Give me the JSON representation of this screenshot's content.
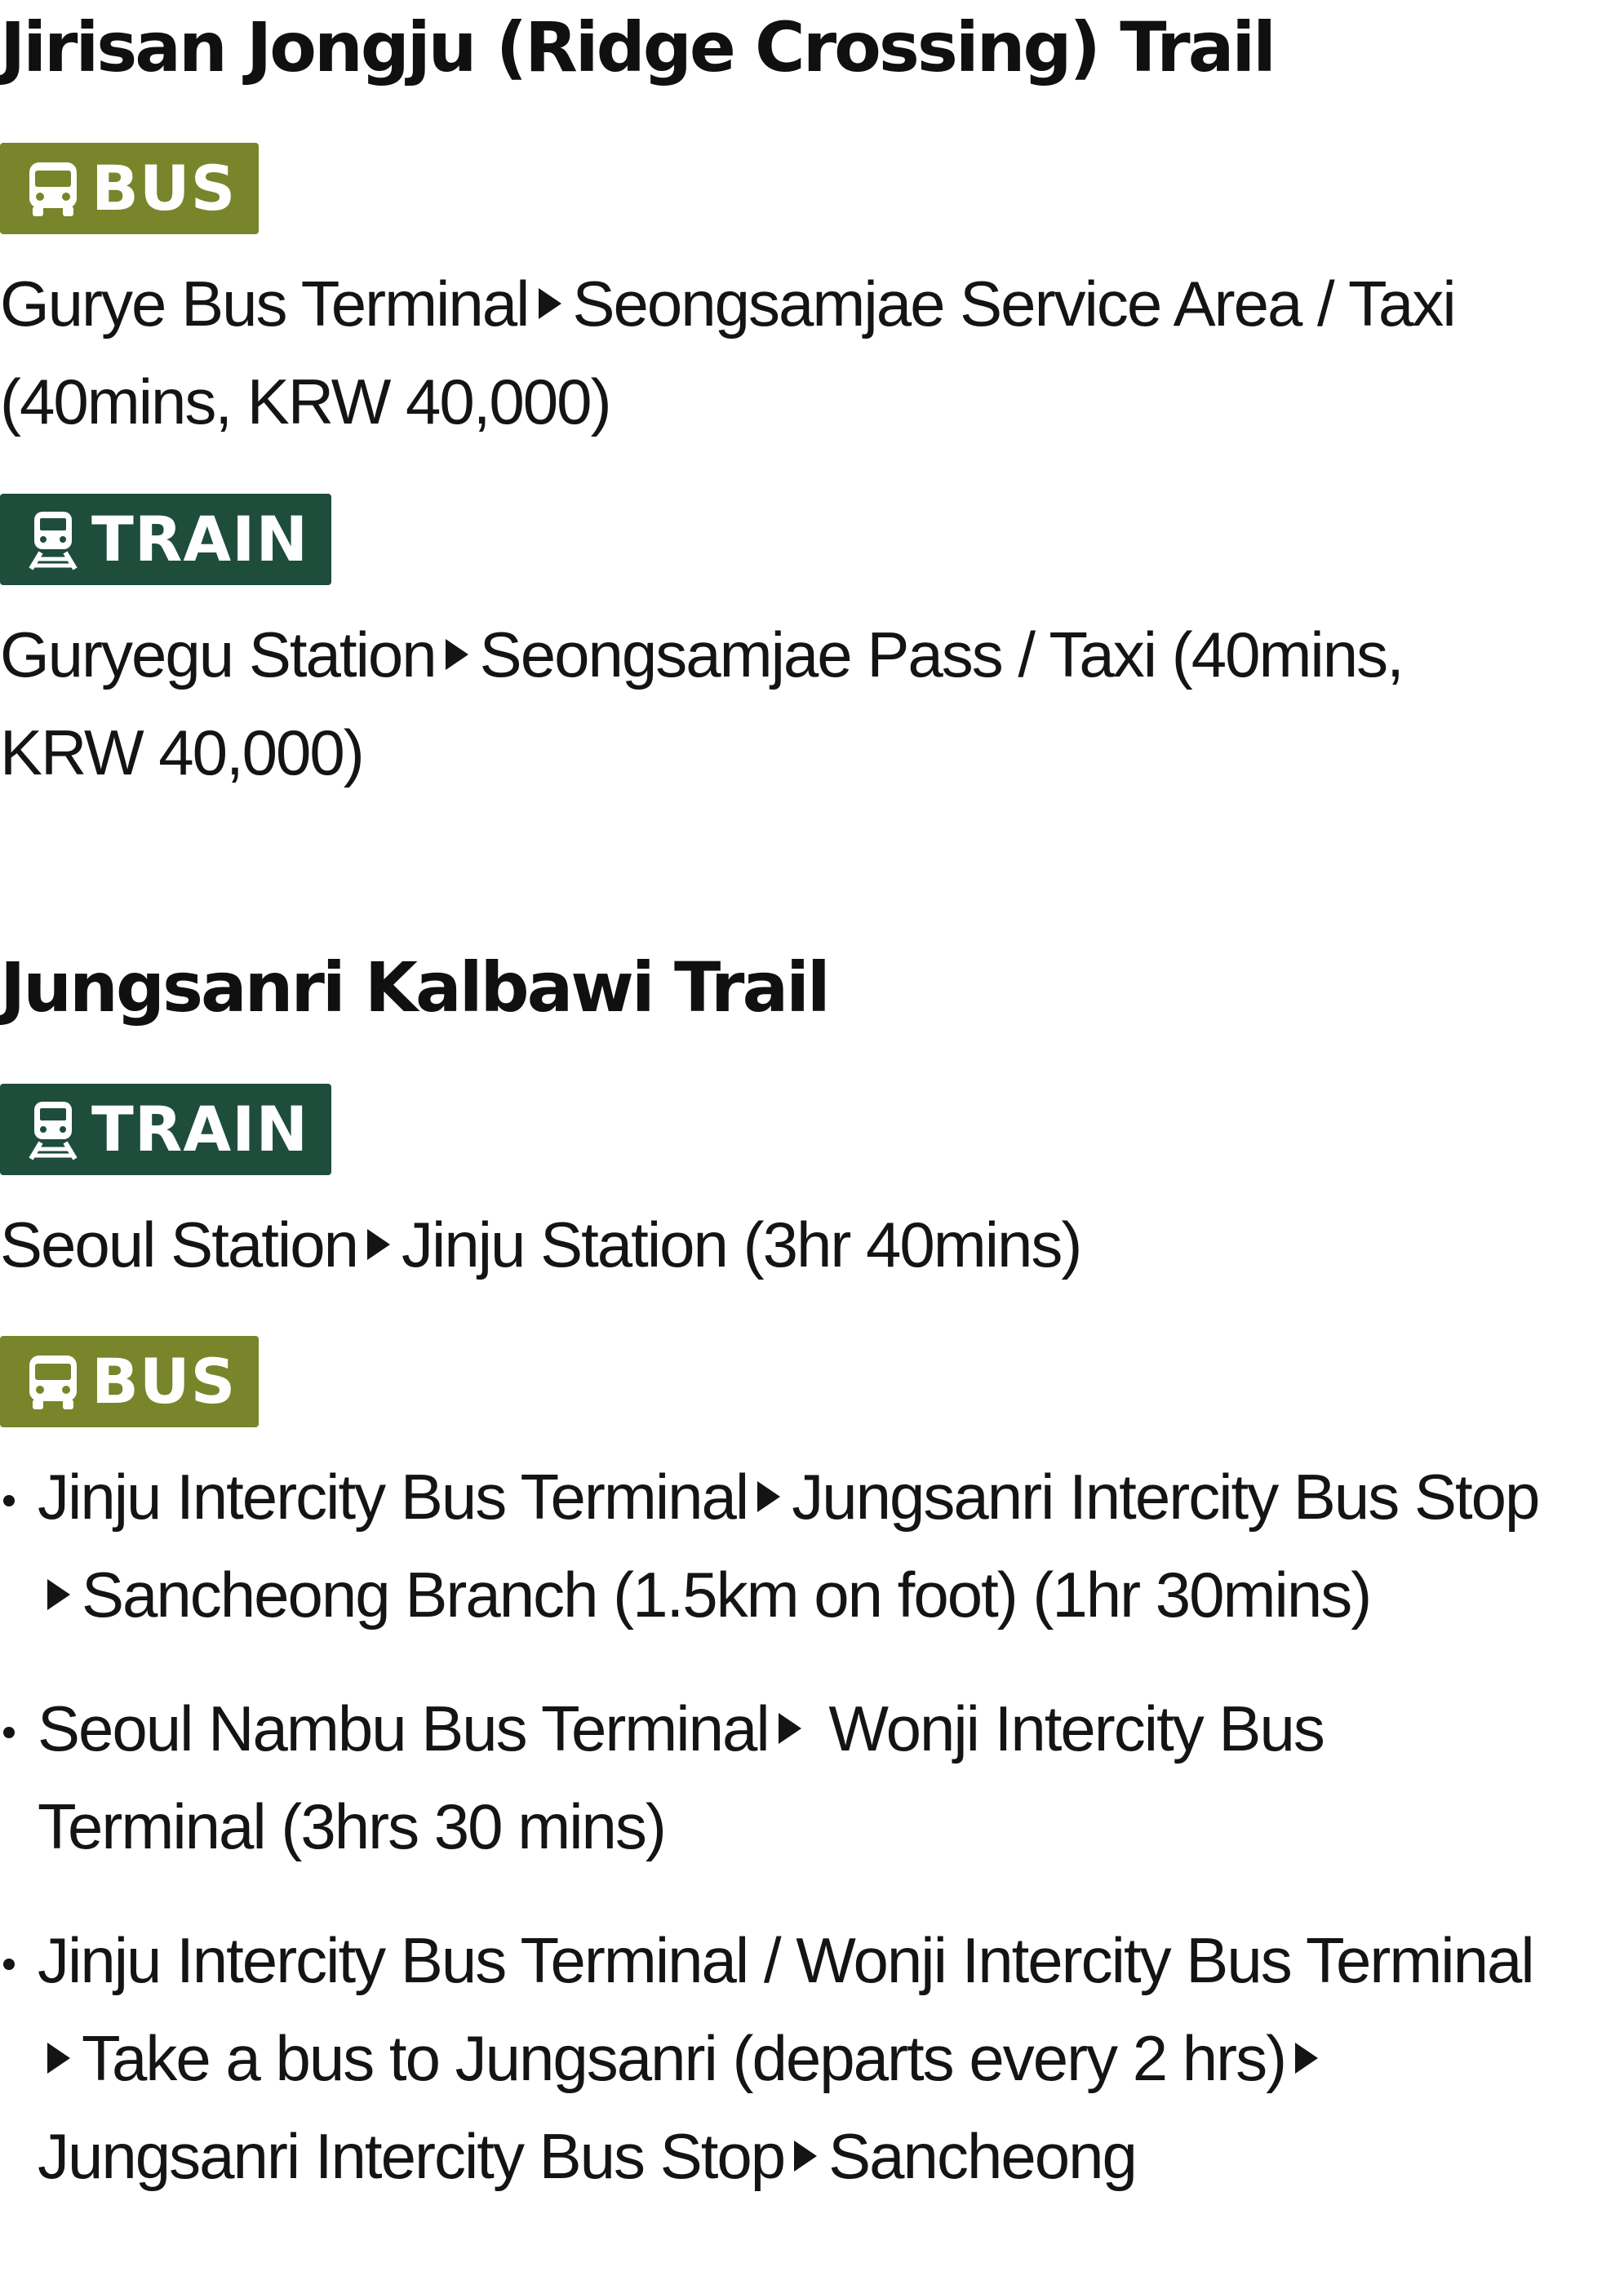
{
  "sections": [
    {
      "title": "Jirisan Jongju (Ridge Crossing) Trail",
      "blocks": [
        {
          "mode": "bus",
          "label": "BUS",
          "routes": [
            [
              "Gurye Bus Terminal",
              "Seongsamjae Service Area / Taxi (40mins, KRW 40,000)"
            ]
          ]
        },
        {
          "mode": "train",
          "label": "TRAIN",
          "routes": [
            [
              "Guryegu Station",
              "Seongsamjae Pass / Taxi (40mins, KRW 40,000)"
            ]
          ]
        }
      ]
    },
    {
      "title": "Jungsanri Kalbawi Trail",
      "blocks": [
        {
          "mode": "train",
          "label": "TRAIN",
          "routes": [
            [
              "Seoul Station",
              "Jinju Station (3hr 40mins)"
            ]
          ]
        },
        {
          "mode": "bus",
          "label": "BUS",
          "bullets": [
            [
              "Jinju Intercity Bus Terminal",
              "Jungsanri Intercity Bus Stop",
              "Sancheong Branch (1.5km on foot) (1hr 30mins)"
            ],
            [
              "Seoul Nambu Bus  Terminal",
              " Wonji Intercity Bus Terminal (3hrs 30 mins)"
            ],
            [
              "Jinju Intercity Bus Terminal / Wonji Intercity Bus Terminal",
              "Take a bus to Jungsanri (departs every 2 hrs)",
              "Jungsanri Intercity Bus Stop",
              "Sancheong"
            ]
          ]
        }
      ]
    }
  ],
  "icons": {
    "bus": "bus-icon",
    "train": "train-icon",
    "arrow": "triangle-right-icon"
  },
  "colors": {
    "bus_badge": "#78852a",
    "train_badge": "#1e4d3c",
    "text": "#141414"
  }
}
